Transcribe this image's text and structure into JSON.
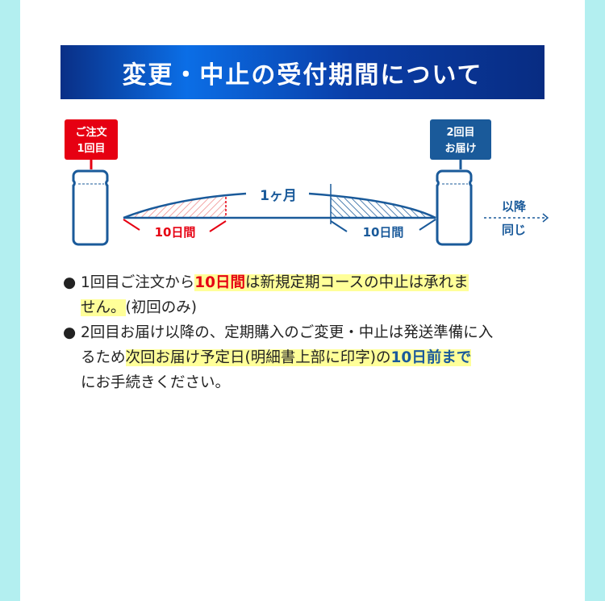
{
  "title": "変更・中止の受付期間について",
  "diagram": {
    "first_label_line1": "ご注文",
    "first_label_line2": "1回目",
    "second_label_line1": "2回目",
    "second_label_line2": "お届け",
    "month_label": "1ヶ月",
    "left_period": "10日間",
    "right_period": "10日間",
    "after_line1": "以降",
    "after_line2": "同じ"
  },
  "notes": [
    {
      "bullet": "●",
      "a": "1回目ご注文から",
      "b": "10日間",
      "c": "は新規定期コースの中止は承れま",
      "d": "せん。",
      "e": "(初回のみ)"
    },
    {
      "bullet": "●",
      "a": "2回目お届け以降の、定期購入のご変更・中止は発送準備に入",
      "b": "るため",
      "c": "次回お届け予定日(明細書上部に印字)の",
      "d": "10日前まで",
      "e": "にお手続きください。"
    }
  ],
  "colors": {
    "red": "#e60012",
    "blue": "#1a5a9a",
    "highlight": "#ffff99",
    "background": "#b3eff0"
  }
}
